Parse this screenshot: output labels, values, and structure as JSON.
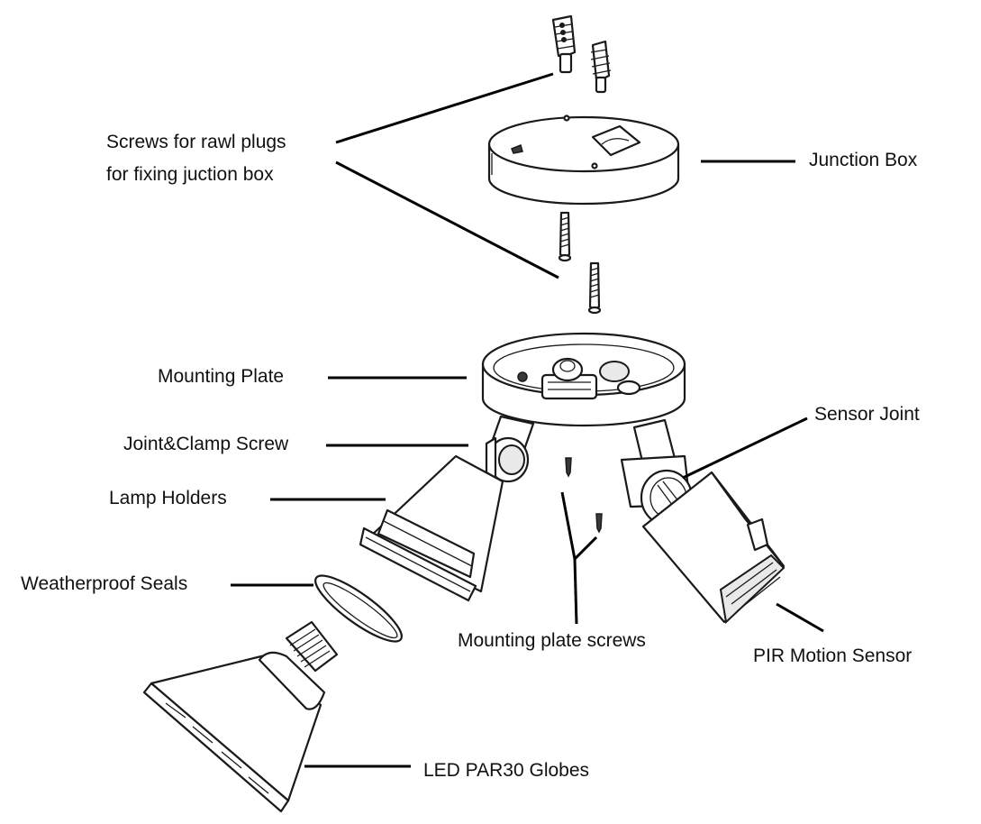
{
  "labels": {
    "screws_line1": "Screws for rawl plugs",
    "screws_line2": "for fixing juction box",
    "junction_box": "Junction Box",
    "mounting_plate": "Mounting Plate",
    "sensor_joint": "Sensor Joint",
    "joint_clamp_screw": "Joint&Clamp Screw",
    "lamp_holders": "Lamp Holders",
    "weatherproof_seals": "Weatherproof Seals",
    "mounting_plate_screws": "Mounting plate screws",
    "pir_motion_sensor": "PIR Motion Sensor",
    "led_globes": "LED PAR30 Globes"
  }
}
